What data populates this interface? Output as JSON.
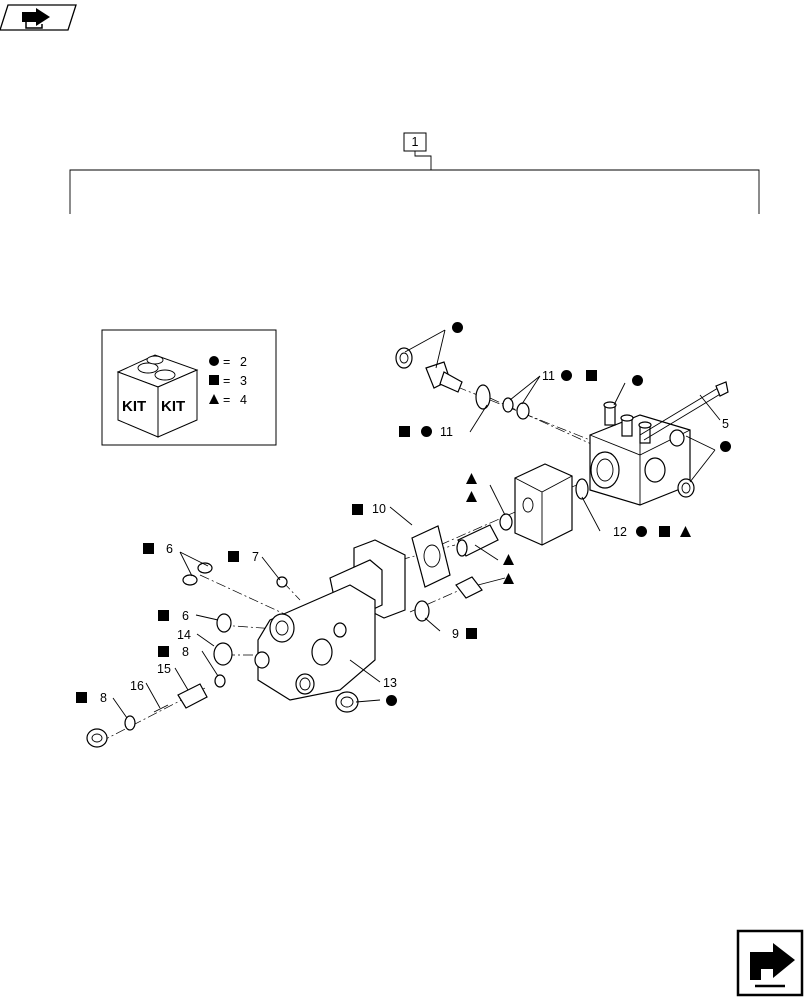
{
  "kit_number": "1",
  "legend": {
    "kit_words": [
      "KIT",
      "KIT"
    ],
    "entries": [
      {
        "symbol": "circle",
        "value": "2"
      },
      {
        "symbol": "square",
        "value": "3"
      },
      {
        "symbol": "triangle",
        "value": "4"
      }
    ]
  },
  "callouts": {
    "c11a": "11",
    "c11b": "11",
    "c5": "5",
    "c12": "12",
    "c10": "10",
    "c6a": "6",
    "c7": "7",
    "c6b": "6",
    "c14": "14",
    "c8a": "8",
    "c15": "15",
    "c16": "16",
    "c8b": "8",
    "c9": "9",
    "c13": "13"
  },
  "nav": {
    "top_icon": "back-arrow-icon",
    "bottom_icon": "next-arrow-icon"
  }
}
